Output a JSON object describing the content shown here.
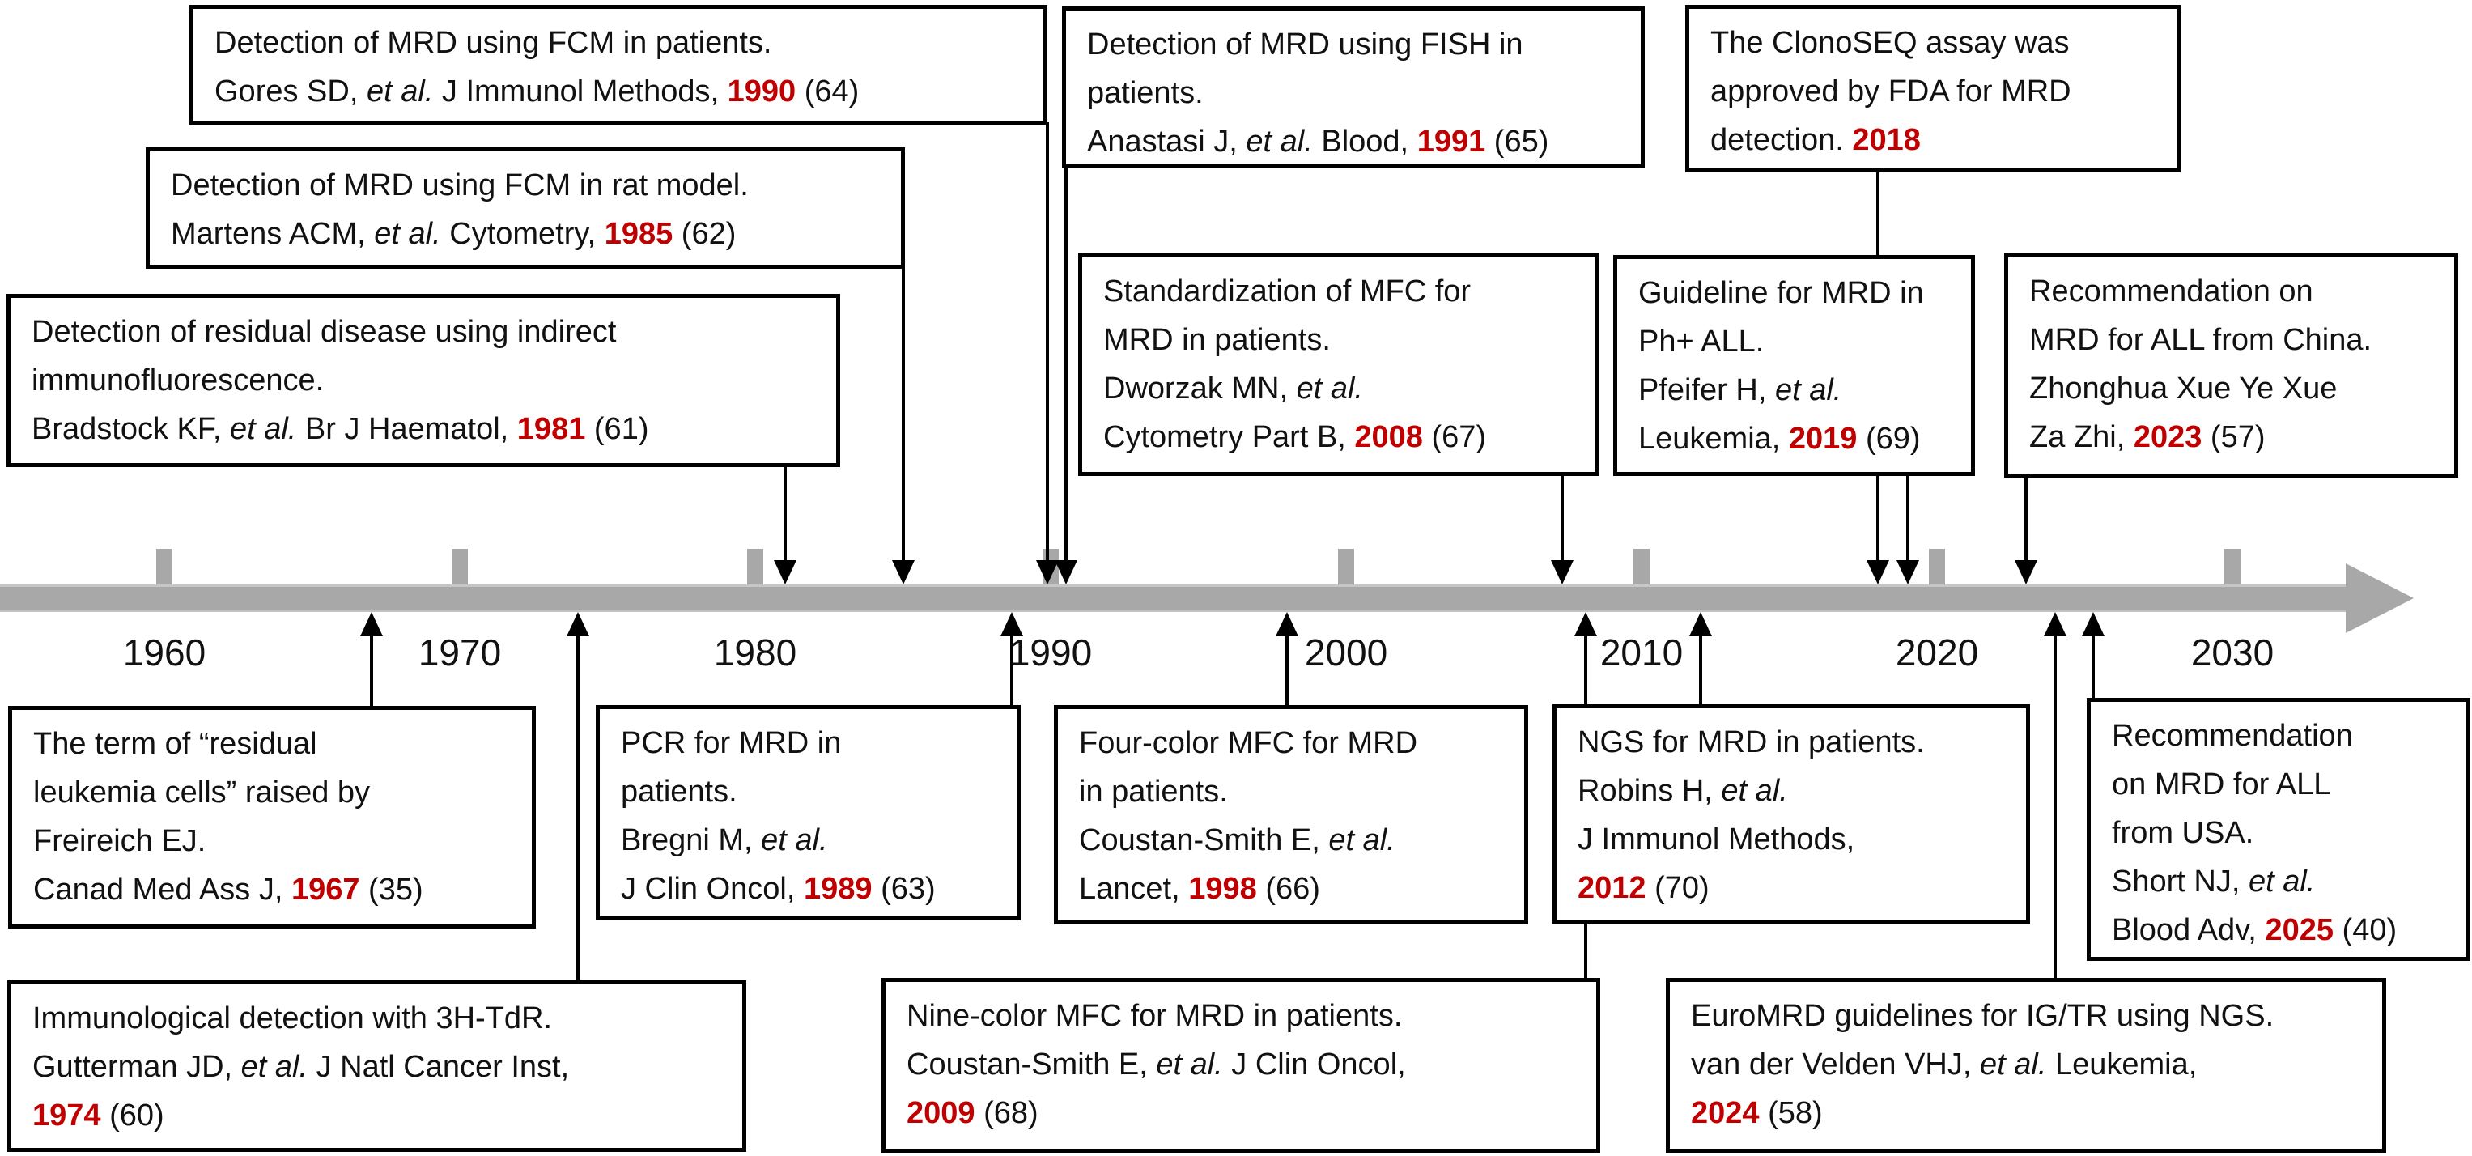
{
  "figure": {
    "description": "Timeline of MRD (minimal residual disease) detection milestones",
    "background": "#ffffff"
  },
  "colors": {
    "bar": "#a8a8a8",
    "accent_red": "#c00000",
    "text": "#111111",
    "box_border": "#000000"
  },
  "axis": {
    "decade_labels": [
      "1960",
      "1970",
      "1980",
      "1990",
      "2000",
      "2010",
      "2020",
      "2030"
    ]
  },
  "events": [
    {
      "id": "freireich-1967",
      "year": 1967,
      "side": "below",
      "lines": [
        [
          {
            "t": "The term of “residual",
            "s": "n"
          }
        ],
        [
          {
            "t": "leukemia cells” raised by",
            "s": "n"
          }
        ],
        [
          {
            "t": "Freireich EJ.",
            "s": "n"
          }
        ],
        [
          {
            "t": "Canad Med Ass J, ",
            "s": "n"
          },
          {
            "t": "1967",
            "s": "r"
          },
          {
            "t": " (35)",
            "s": "n"
          }
        ]
      ]
    },
    {
      "id": "gutterman-1974",
      "year": 1974,
      "side": "below",
      "lines": [
        [
          {
            "t": "Immunological detection with 3H-TdR.",
            "s": "n"
          }
        ],
        [
          {
            "t": "Gutterman JD, ",
            "s": "n"
          },
          {
            "t": "et al.",
            "s": "i"
          },
          {
            "t": " J Natl Cancer Inst,",
            "s": "n"
          }
        ],
        [
          {
            "t": "1974",
            "s": "r"
          },
          {
            "t": " (60)",
            "s": "n"
          }
        ]
      ]
    },
    {
      "id": "bradstock-1981",
      "year": 1981,
      "side": "above",
      "lines": [
        [
          {
            "t": "Detection of residual disease using indirect",
            "s": "n"
          }
        ],
        [
          {
            "t": "immunofluorescence.",
            "s": "n"
          }
        ],
        [
          {
            "t": "Bradstock KF, ",
            "s": "n"
          },
          {
            "t": "et al.",
            "s": "i"
          },
          {
            "t": " Br J Haematol, ",
            "s": "n"
          },
          {
            "t": "1981",
            "s": "r"
          },
          {
            "t": " (61)",
            "s": "n"
          }
        ]
      ]
    },
    {
      "id": "martens-1985",
      "year": 1985,
      "side": "above",
      "lines": [
        [
          {
            "t": "Detection of MRD using FCM in rat model.",
            "s": "n"
          }
        ],
        [
          {
            "t": "Martens ACM, ",
            "s": "n"
          },
          {
            "t": "et al.",
            "s": "i"
          },
          {
            "t": " Cytometry, ",
            "s": "n"
          },
          {
            "t": "1985",
            "s": "r"
          },
          {
            "t": " (62)",
            "s": "n"
          }
        ]
      ]
    },
    {
      "id": "bregni-1989",
      "year": 1989,
      "side": "below",
      "lines": [
        [
          {
            "t": "PCR for MRD in",
            "s": "n"
          }
        ],
        [
          {
            "t": "patients.",
            "s": "n"
          }
        ],
        [
          {
            "t": "Bregni M, ",
            "s": "n"
          },
          {
            "t": "et al.",
            "s": "i"
          }
        ],
        [
          {
            "t": "J Clin Oncol, ",
            "s": "n"
          },
          {
            "t": "1989",
            "s": "r"
          },
          {
            "t": " (63)",
            "s": "n"
          }
        ]
      ]
    },
    {
      "id": "gores-1990",
      "year": 1990,
      "side": "above",
      "lines": [
        [
          {
            "t": "Detection of MRD using FCM in patients.",
            "s": "n"
          }
        ],
        [
          {
            "t": "Gores SD, ",
            "s": "n"
          },
          {
            "t": "et al.",
            "s": "i"
          },
          {
            "t": " J Immunol Methods, ",
            "s": "n"
          },
          {
            "t": "1990",
            "s": "r"
          },
          {
            "t": " (64)",
            "s": "n"
          }
        ]
      ]
    },
    {
      "id": "anastasi-1991",
      "year": 1991,
      "side": "above",
      "lines": [
        [
          {
            "t": "Detection of MRD using FISH in",
            "s": "n"
          }
        ],
        [
          {
            "t": "patients.",
            "s": "n"
          }
        ],
        [
          {
            "t": "Anastasi J, ",
            "s": "n"
          },
          {
            "t": "et al.",
            "s": "i"
          },
          {
            "t": " Blood, ",
            "s": "n"
          },
          {
            "t": "1991",
            "s": "r"
          },
          {
            "t": " (65)",
            "s": "n"
          }
        ]
      ]
    },
    {
      "id": "fourcolor-1998",
      "year": 1998,
      "side": "below",
      "lines": [
        [
          {
            "t": "Four-color MFC for MRD",
            "s": "n"
          }
        ],
        [
          {
            "t": "in patients.",
            "s": "n"
          }
        ],
        [
          {
            "t": "Coustan-Smith E, ",
            "s": "n"
          },
          {
            "t": "et al.",
            "s": "i"
          }
        ],
        [
          {
            "t": "Lancet, ",
            "s": "n"
          },
          {
            "t": "1998",
            "s": "r"
          },
          {
            "t": " (66)",
            "s": "n"
          }
        ]
      ]
    },
    {
      "id": "dworzak-2008",
      "year": 2008,
      "side": "above",
      "lines": [
        [
          {
            "t": "Standardization of MFC for",
            "s": "n"
          }
        ],
        [
          {
            "t": "MRD in patients.",
            "s": "n"
          }
        ],
        [
          {
            "t": "Dworzak MN, ",
            "s": "n"
          },
          {
            "t": "et al.",
            "s": "i"
          }
        ],
        [
          {
            "t": "Cytometry Part B, ",
            "s": "n"
          },
          {
            "t": "2008",
            "s": "r"
          },
          {
            "t": " (67)",
            "s": "n"
          }
        ]
      ]
    },
    {
      "id": "ninecolor-2009",
      "year": 2009,
      "side": "below",
      "lines": [
        [
          {
            "t": "Nine-color MFC for MRD in patients.",
            "s": "n"
          }
        ],
        [
          {
            "t": "Coustan-Smith E, ",
            "s": "n"
          },
          {
            "t": "et al.",
            "s": "i"
          },
          {
            "t": " J Clin Oncol,",
            "s": "n"
          }
        ],
        [
          {
            "t": "2009",
            "s": "r"
          },
          {
            "t": " (68)",
            "s": "n"
          }
        ]
      ]
    },
    {
      "id": "ngs-2012",
      "year": 2012,
      "side": "below",
      "lines": [
        [
          {
            "t": "NGS for MRD in patients.",
            "s": "n"
          }
        ],
        [
          {
            "t": "Robins H, ",
            "s": "n"
          },
          {
            "t": "et al.",
            "s": "i"
          }
        ],
        [
          {
            "t": "J Immunol Methods,",
            "s": "n"
          }
        ],
        [
          {
            "t": "2012",
            "s": "r"
          },
          {
            "t": " (70)",
            "s": "n"
          }
        ]
      ]
    },
    {
      "id": "clonoseq-2018",
      "year": 2018,
      "side": "above",
      "lines": [
        [
          {
            "t": "The ClonoSEQ assay was",
            "s": "n"
          }
        ],
        [
          {
            "t": "approved by FDA for MRD",
            "s": "n"
          }
        ],
        [
          {
            "t": "detection. ",
            "s": "n"
          },
          {
            "t": "2018",
            "s": "r"
          }
        ]
      ]
    },
    {
      "id": "pfeifer-2019",
      "year": 2019,
      "side": "above",
      "lines": [
        [
          {
            "t": "Guideline for MRD in",
            "s": "n"
          }
        ],
        [
          {
            "t": "Ph+ ALL.",
            "s": "n"
          }
        ],
        [
          {
            "t": "Pfeifer H, ",
            "s": "n"
          },
          {
            "t": "et al.",
            "s": "i"
          }
        ],
        [
          {
            "t": "Leukemia, ",
            "s": "n"
          },
          {
            "t": "2019",
            "s": "r"
          },
          {
            "t": " (69)",
            "s": "n"
          }
        ]
      ]
    },
    {
      "id": "china-2023",
      "year": 2023,
      "side": "above",
      "lines": [
        [
          {
            "t": "Recommendation on",
            "s": "n"
          }
        ],
        [
          {
            "t": "MRD for ALL from China.",
            "s": "n"
          }
        ],
        [
          {
            "t": "Zhonghua Xue Ye Xue",
            "s": "n"
          }
        ],
        [
          {
            "t": "Za Zhi, ",
            "s": "n"
          },
          {
            "t": "2023",
            "s": "r"
          },
          {
            "t": " (57)",
            "s": "n"
          }
        ]
      ]
    },
    {
      "id": "euromrd-2024",
      "year": 2024,
      "side": "below",
      "lines": [
        [
          {
            "t": "EuroMRD guidelines for IG/TR using NGS.",
            "s": "n"
          }
        ],
        [
          {
            "t": "van der Velden VHJ, ",
            "s": "n"
          },
          {
            "t": "et al.",
            "s": "i"
          },
          {
            "t": " Leukemia,",
            "s": "n"
          }
        ],
        [
          {
            "t": "2024",
            "s": "r"
          },
          {
            "t": " (58)",
            "s": "n"
          }
        ]
      ]
    },
    {
      "id": "short-2025",
      "year": 2025,
      "side": "below",
      "lines": [
        [
          {
            "t": "Recommendation",
            "s": "n"
          }
        ],
        [
          {
            "t": "on MRD for ALL",
            "s": "n"
          }
        ],
        [
          {
            "t": "from USA.",
            "s": "n"
          }
        ],
        [
          {
            "t": "Short NJ, ",
            "s": "n"
          },
          {
            "t": "et al.",
            "s": "i"
          }
        ],
        [
          {
            "t": "Blood Adv, ",
            "s": "n"
          },
          {
            "t": "2025",
            "s": "r"
          },
          {
            "t": " (40)",
            "s": "n"
          }
        ]
      ]
    }
  ]
}
